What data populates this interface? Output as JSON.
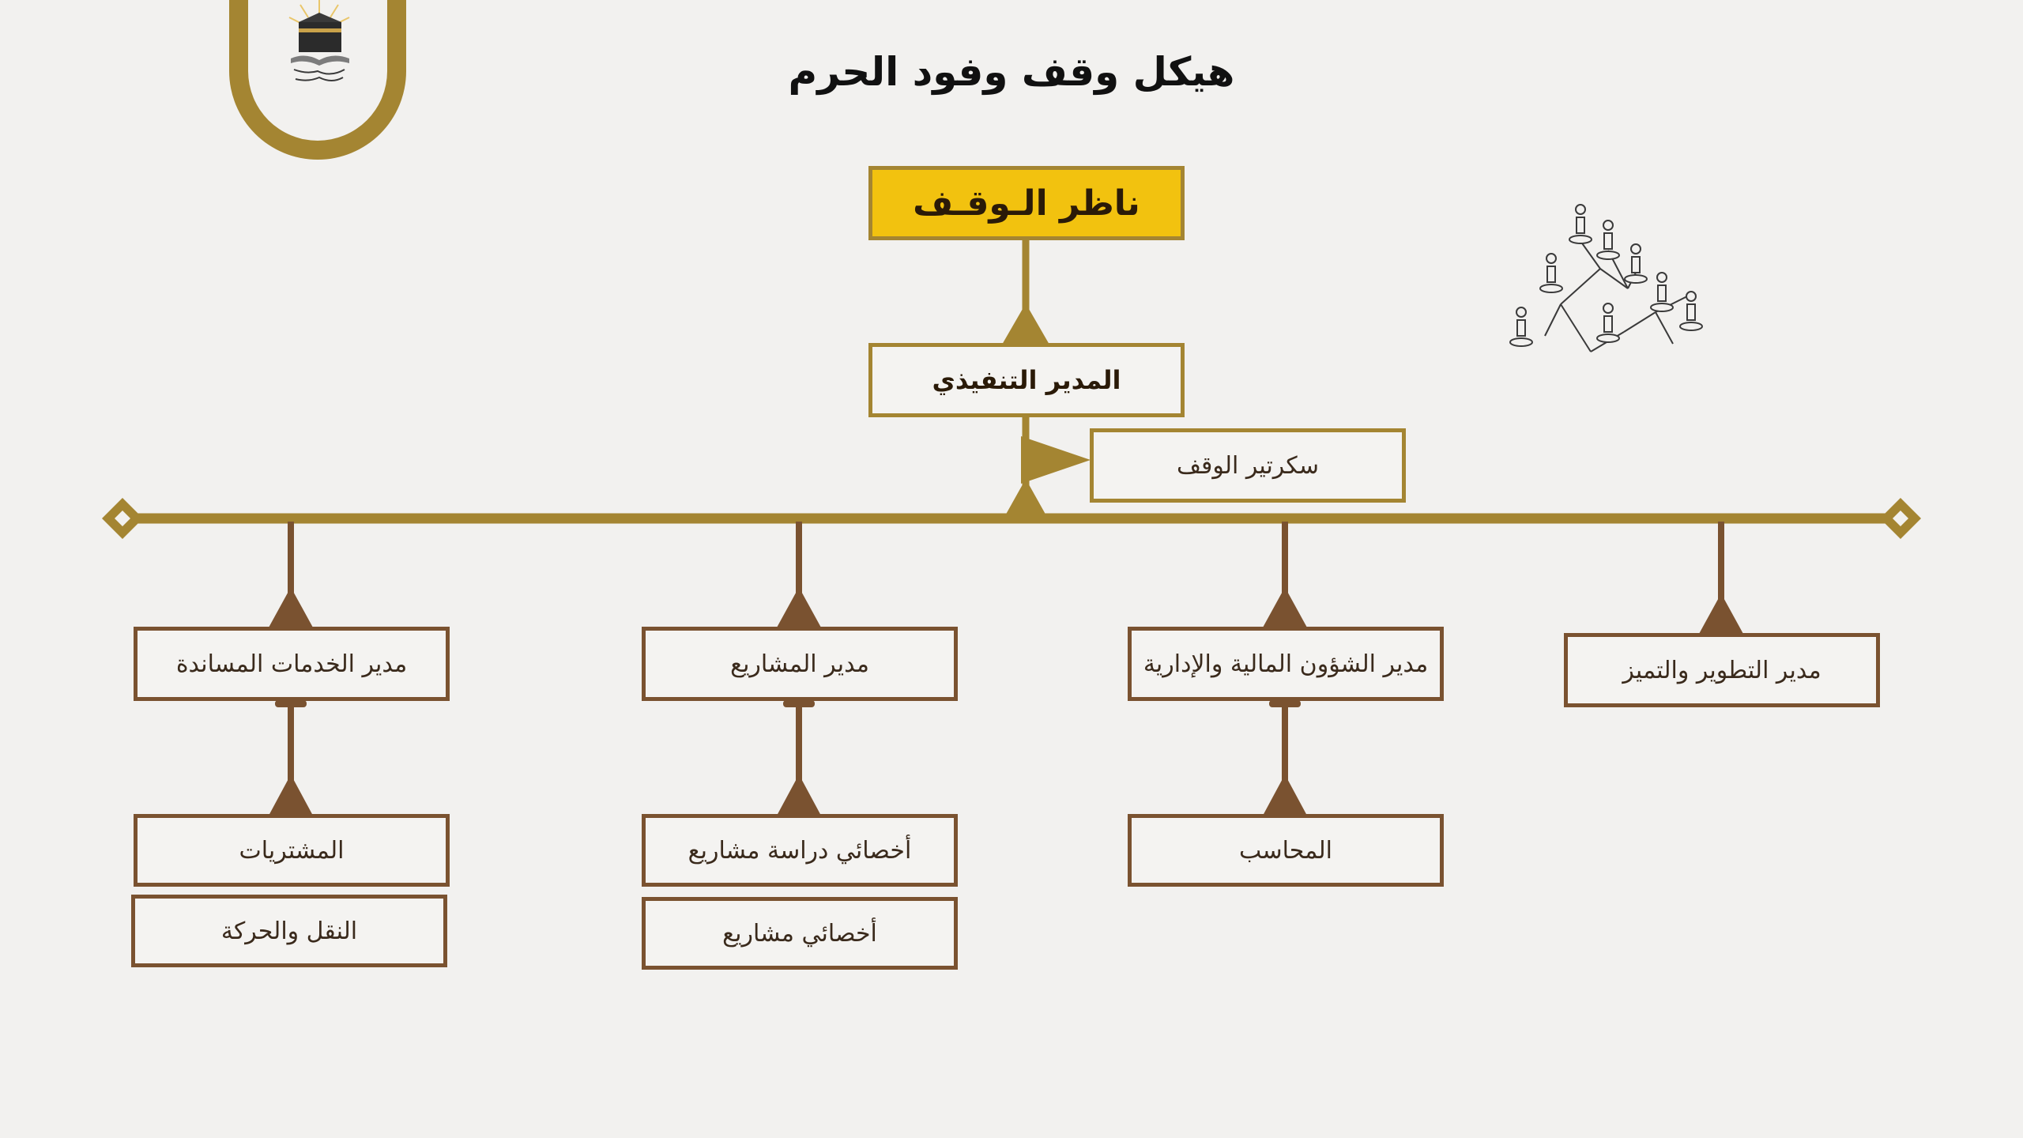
{
  "title": "هيكل وقف وفود الحرم",
  "org": {
    "root": "ناظر الـوقـف",
    "executive": "المدير التنفيذي",
    "secretary": "سكرتير الوقف",
    "managers": [
      {
        "label": "مدير التطوير والتميز",
        "children": []
      },
      {
        "label": "مدير الشؤون المالية والإدارية",
        "children": [
          "المحاسب"
        ]
      },
      {
        "label": "مدير المشاريع",
        "children": [
          "أخصائي دراسة مشاريع",
          "أخصائي مشاريع"
        ]
      },
      {
        "label": "مدير الخدمات المساندة",
        "children": [
          "المشتريات",
          "النقل والحركة"
        ]
      }
    ]
  },
  "colors": {
    "gold": "#a48532",
    "brown": "#7a5230",
    "yellow": "#f2c20f",
    "background": "#f2f1ef"
  },
  "icons": {
    "logo": "kaaba-logo-icon",
    "decoration": "people-network-icon"
  }
}
